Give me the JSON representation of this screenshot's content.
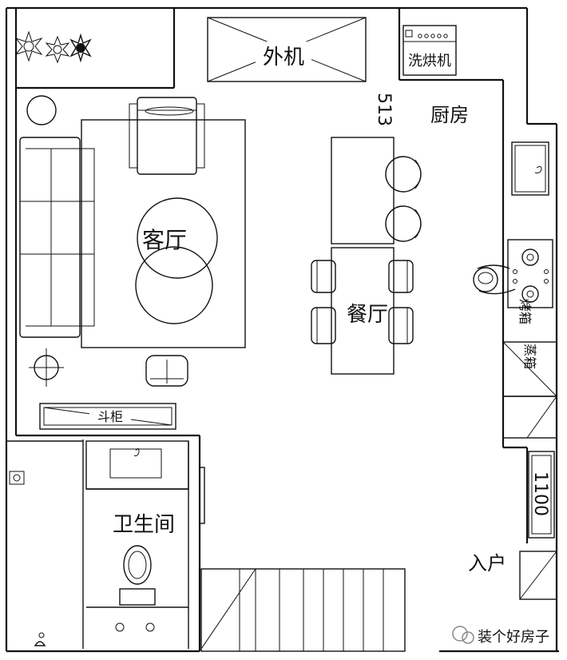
{
  "labels": {
    "outdoor_unit": "外机",
    "washer_dryer": "洗烘机",
    "kitchen": "厨房",
    "dimension": "513",
    "living_room": "客厅",
    "dining_room": "餐厅",
    "oven": "烤箱",
    "steamer": "蒸箱",
    "shoe_cabinet": "斗柜",
    "bathroom": "卫生间",
    "cabinet_dimension": "1100",
    "entrance": "入户"
  },
  "watermark": "装个好房子"
}
